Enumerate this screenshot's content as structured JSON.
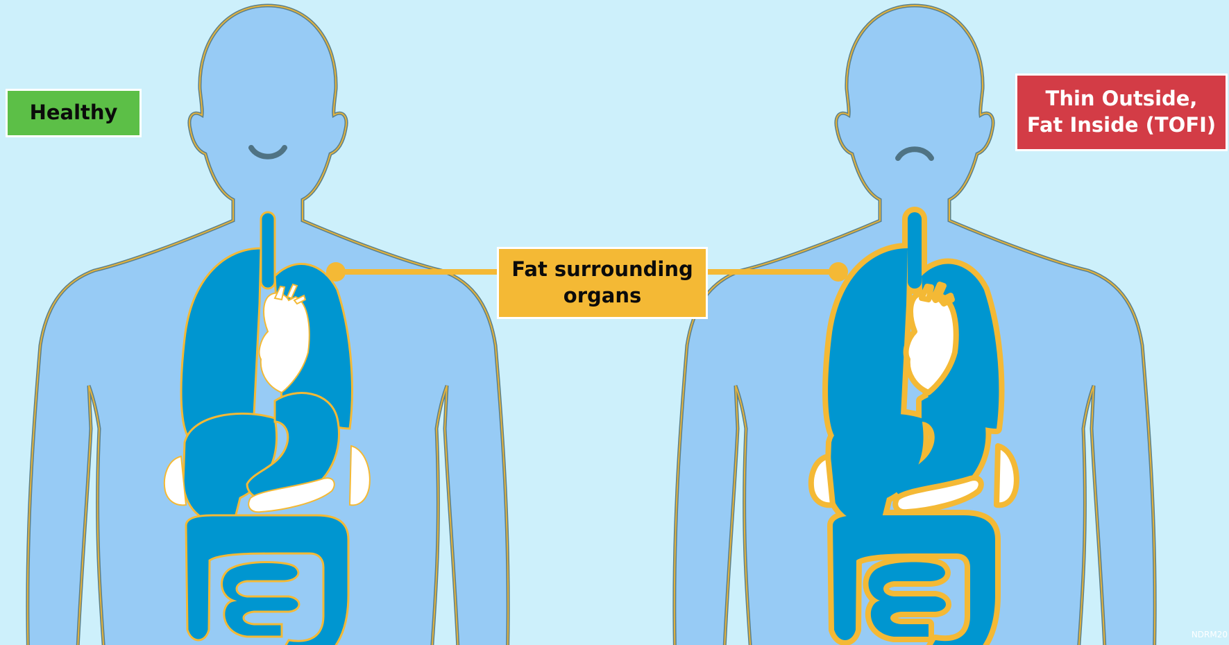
{
  "labels": {
    "healthy": "Healthy",
    "fat": "Fat surrounding\norgans",
    "tofi": "Thin Outside,\nFat Inside (TOFI)",
    "watermark": "NDRM20"
  },
  "colors": {
    "background": "#cdf0fb",
    "body": "#97cbf5",
    "organ": "#0096d0",
    "fat": "#f4b935",
    "healthy_badge": "#5cbf47",
    "tofi_badge": "#d33c46"
  },
  "icons": {
    "left_face": "smile",
    "right_face": "frown"
  }
}
